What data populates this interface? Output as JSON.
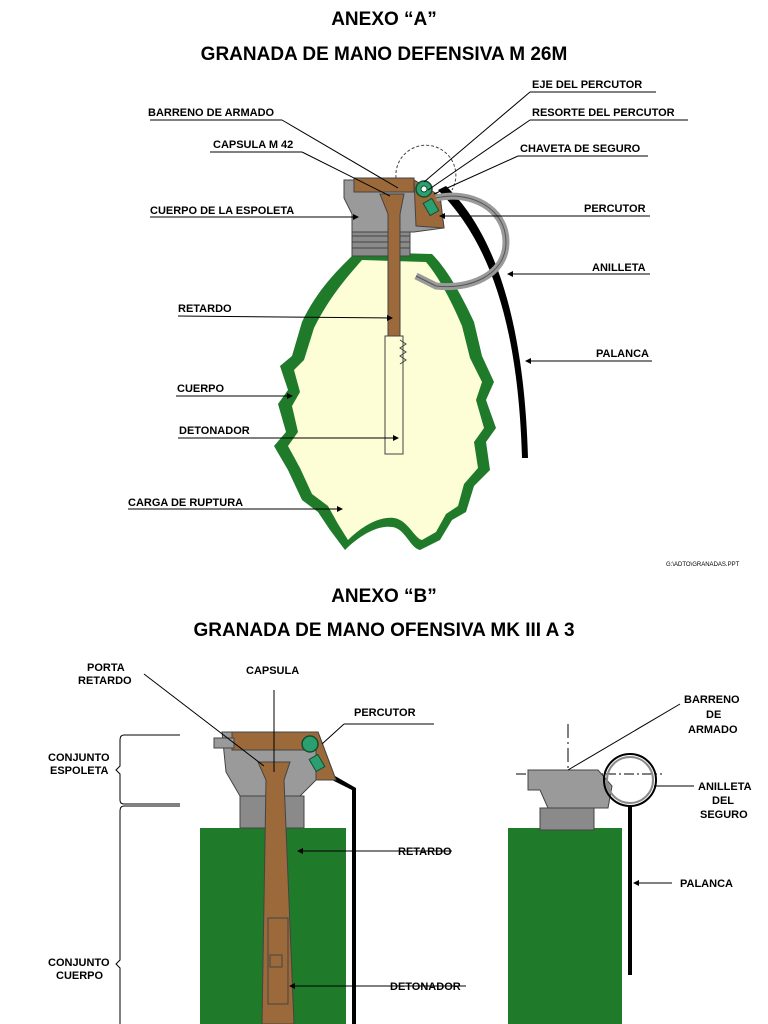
{
  "annex_a": {
    "title": "ANEXO “A”",
    "subtitle": "GRANADA DE MANO DEFENSIVA M 26M",
    "labels": {
      "eje_percutor": "EJE DEL PERCUTOR",
      "barreno_armado": "BARRENO DE ARMADO",
      "resorte_percutor": "RESORTE DEL PERCUTOR",
      "capsula": "CAPSULA M 42",
      "chaveta": "CHAVETA DE SEGURO",
      "cuerpo_espoleta": "CUERPO DE LA ESPOLETA",
      "percutor": "PERCUTOR",
      "anilleta": "ANILLETA",
      "retardo": "RETARDO",
      "palanca": "PALANCA",
      "cuerpo": "CUERPO",
      "detonador": "DETONADOR",
      "carga": "CARGA DE RUPTURA"
    },
    "file_ref": "G:\\ADTO\\GRANADAS.PPT"
  },
  "annex_b": {
    "title": "ANEXO “B”",
    "subtitle": "GRANADA DE MANO OFENSIVA MK III A 3",
    "labels": {
      "porta_retardo_1": "PORTA",
      "porta_retardo_2": "RETARDO",
      "capsula": "CAPSULA",
      "percutor": "PERCUTOR",
      "barreno_1": "BARRENO",
      "barreno_2": "DE",
      "barreno_3": "ARMADO",
      "conjunto_espoleta_1": "CONJUNTO",
      "conjunto_espoleta_2": "ESPOLETA",
      "anilleta_1": "ANILLETA",
      "anilleta_2": "DEL",
      "anilleta_3": "SEGURO",
      "retardo": "RETARDO",
      "palanca": "PALANCA",
      "conjunto_cuerpo_1": "CONJUNTO",
      "conjunto_cuerpo_2": "CUERPO",
      "detonador": "DETONADOR"
    }
  },
  "colors": {
    "body_green": "#1f7a2a",
    "filler_cream": "#fdfdd6",
    "fuze_brown": "#9c6a3a",
    "fuze_gray": "#8a8a8a",
    "ring_gray": "#9a9a9a",
    "mechanism_green": "#2aa070"
  }
}
